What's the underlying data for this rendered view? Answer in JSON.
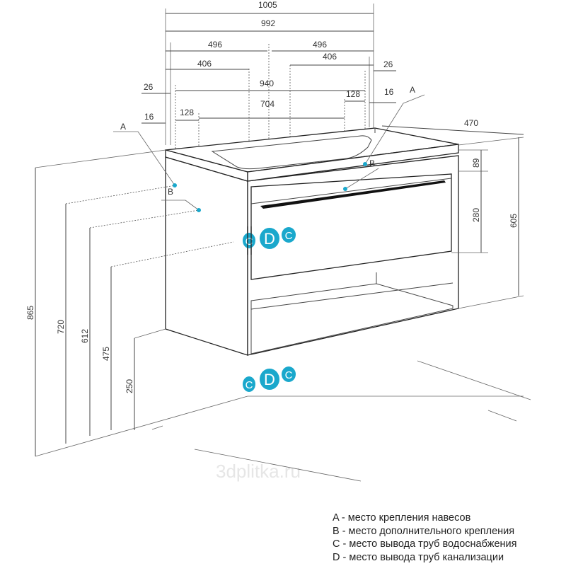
{
  "dimensions": {
    "w1005": "1005",
    "w992": "992",
    "w496_left": "496",
    "w496_right": "496",
    "w406_left": "406",
    "w406_right": "406",
    "w940": "940",
    "w26_left": "26",
    "w26_right": "26",
    "w16_left": "16",
    "w16_right": "16",
    "w128_left": "128",
    "w128_right": "128",
    "w704": "704",
    "d470": "470",
    "h605": "605",
    "h89": "89",
    "h280": "280",
    "h865": "865",
    "h720": "720",
    "h612": "612",
    "h475": "475",
    "h250": "250"
  },
  "markers": {
    "a_left": "A",
    "b_left": "B",
    "a_right": "A",
    "b_right": "B",
    "c": "C",
    "d": "D"
  },
  "colors": {
    "marker": "#1aa8cc"
  },
  "watermark": "3dplitka.ru",
  "legend": [
    "A - место крепления навесов",
    "B - место дополнительного крепления",
    "C - место вывода труб водоснабжения",
    "D - место вывода труб канализации"
  ]
}
